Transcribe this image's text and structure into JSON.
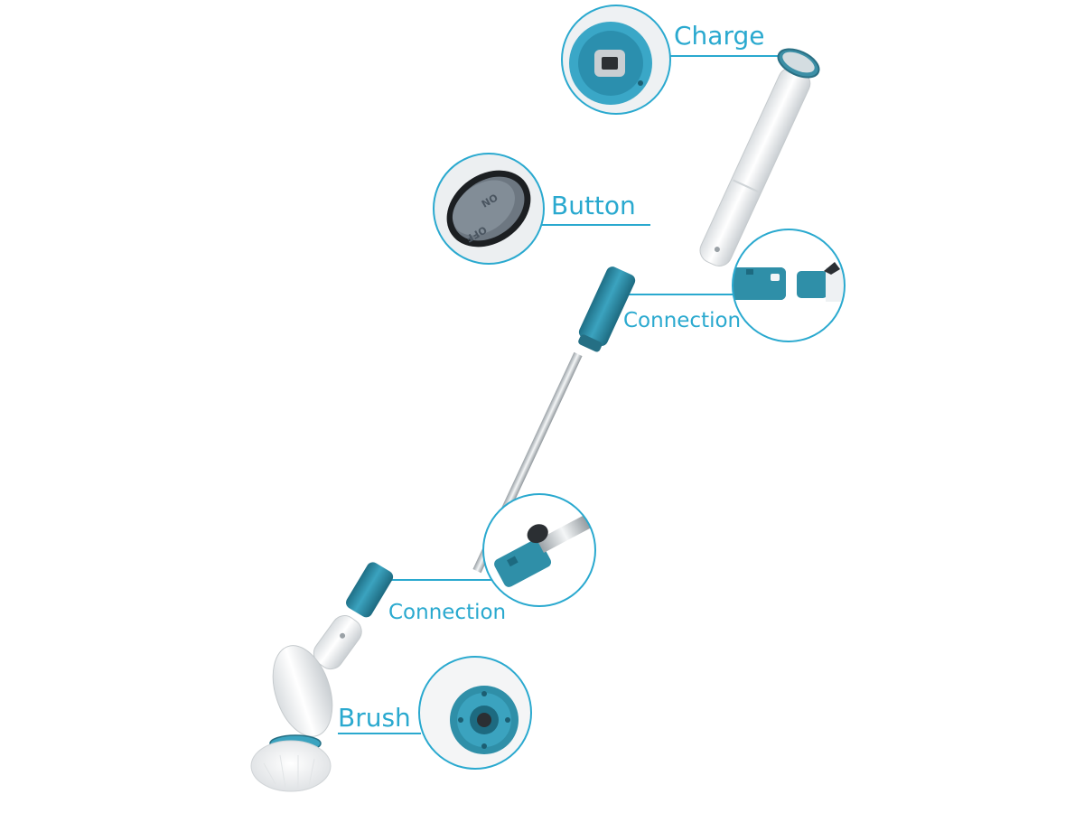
{
  "callouts": {
    "charge": "Charge",
    "button": "Button",
    "connection_upper": "Connection",
    "connection_lower": "Connection",
    "brush": "Brush"
  },
  "switch_labels": {
    "on": "ON",
    "off": "OFF"
  },
  "colors": {
    "accent": "#2aa9cf",
    "body": "#f2f4f6",
    "teal_part": "#2f8fa8"
  }
}
